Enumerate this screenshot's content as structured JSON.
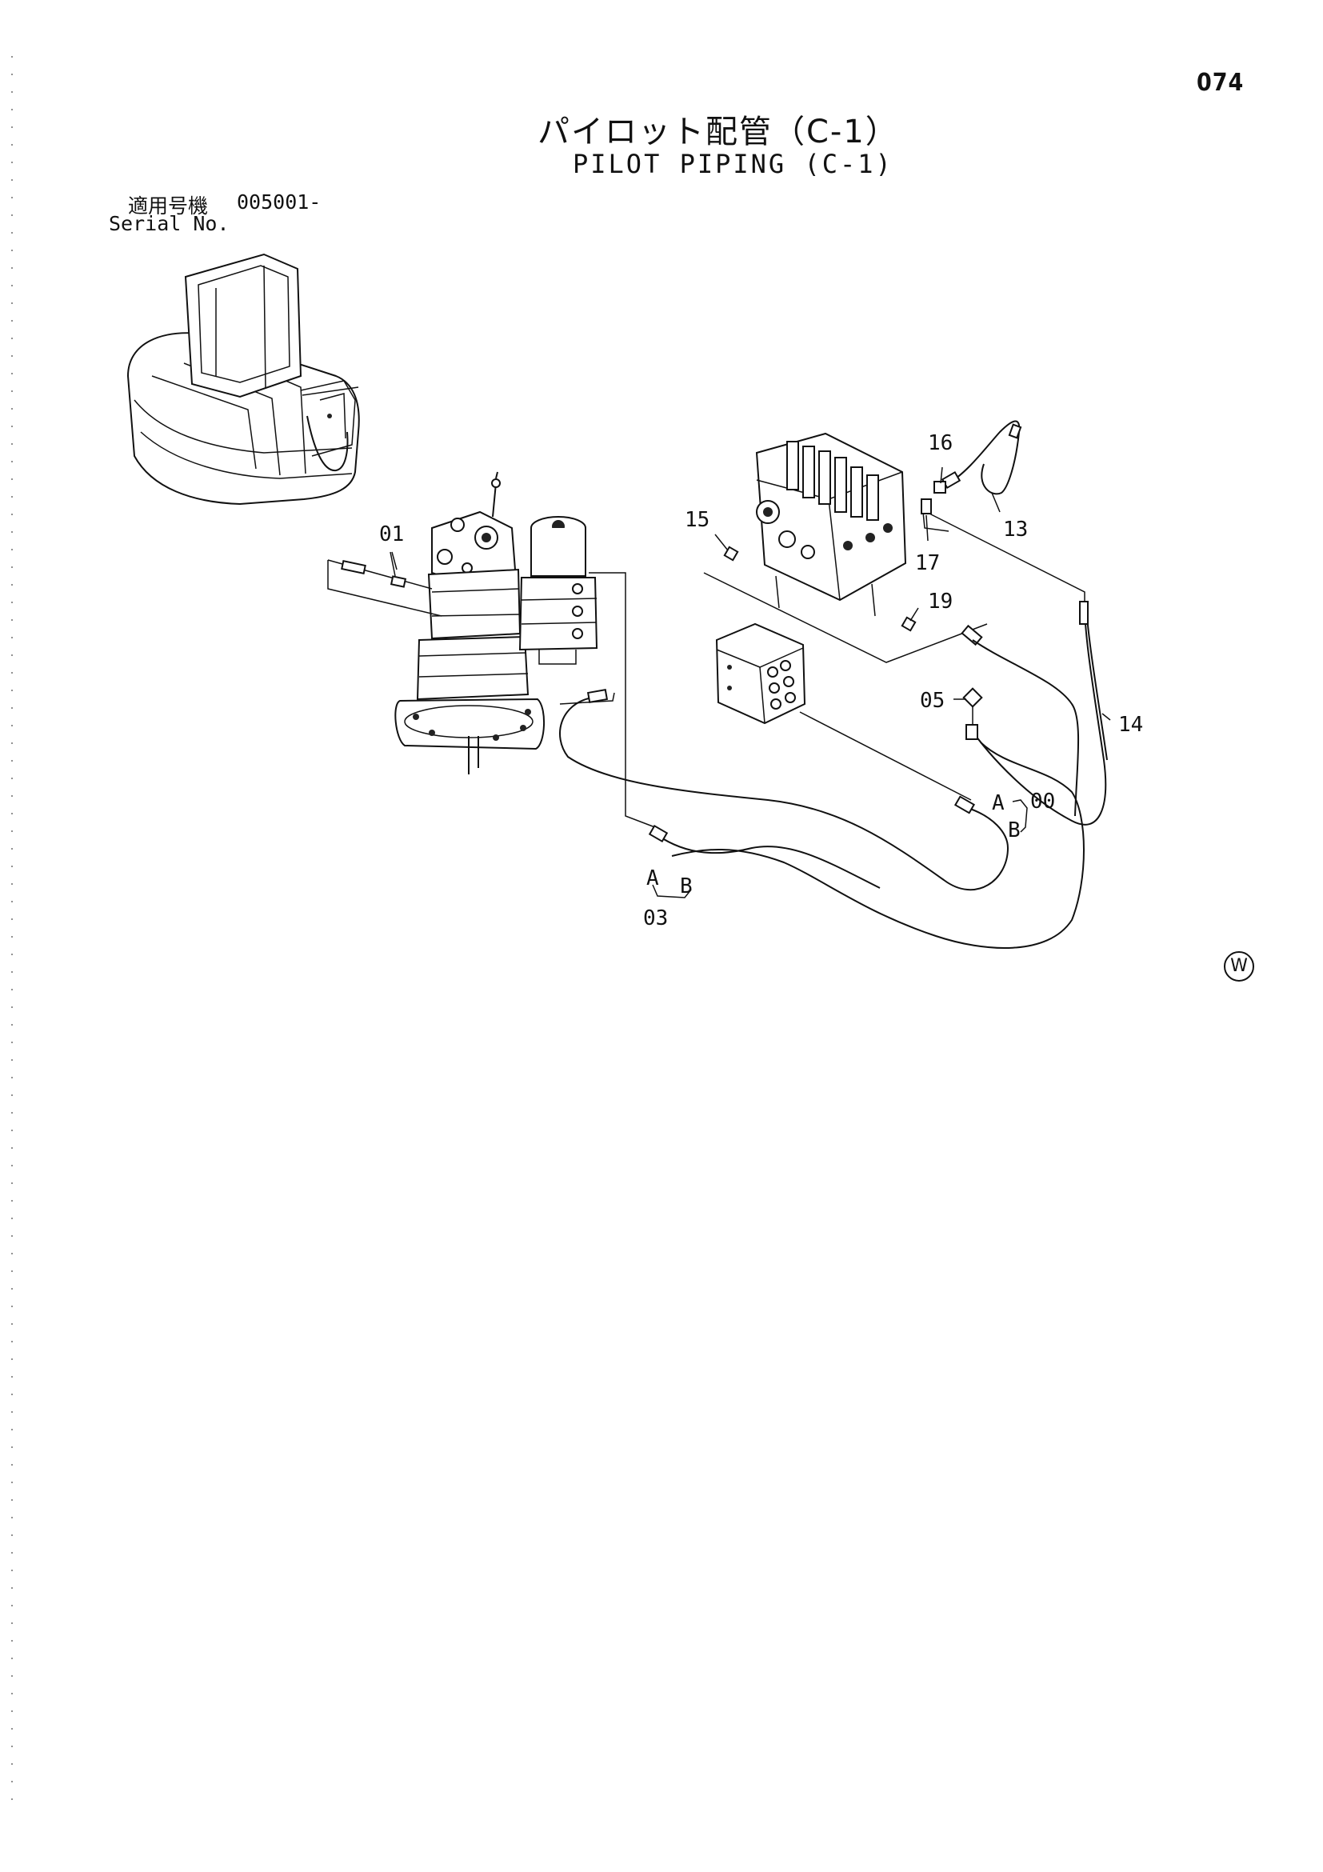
{
  "page": {
    "number": "074",
    "title_jp": "パイロット配管（C-1）",
    "title_en": "PILOT PIPING (C-1)"
  },
  "serial": {
    "label_jp": "適用号機",
    "label_en": "Serial No.",
    "value": "005001-"
  },
  "callouts": {
    "c01": "01",
    "c15": "15",
    "c16": "16",
    "c13": "13",
    "c17": "17",
    "c19": "19",
    "c05": "05",
    "c14": "14",
    "c00_a": "A",
    "c00_num": "00",
    "c00_b": "B",
    "c03_a": "A",
    "c03_b": "B",
    "c03_num": "03"
  },
  "watermark": "W",
  "icons": {
    "machine_overview": "excavator-upper-structure-icon",
    "swing_motor": "swing-motor-icon",
    "center_joint": "center-joint-icon",
    "control_valve": "control-valve-icon",
    "pilot_valve_block": "pilot-valve-block-icon"
  }
}
